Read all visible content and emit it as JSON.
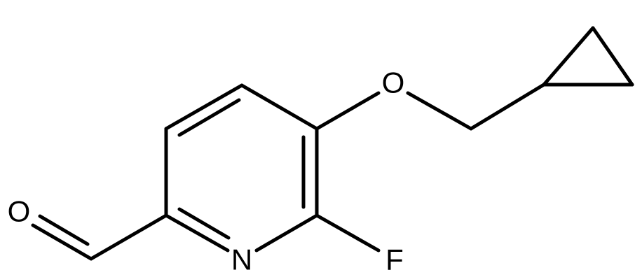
{
  "molecule": {
    "atoms": {
      "oxygen_ether": "O",
      "oxygen_carbonyl": "O",
      "nitrogen": "N",
      "fluorine": "F"
    }
  },
  "colors": {
    "bond": "#000000",
    "label": "#000000",
    "background": "#ffffff"
  }
}
